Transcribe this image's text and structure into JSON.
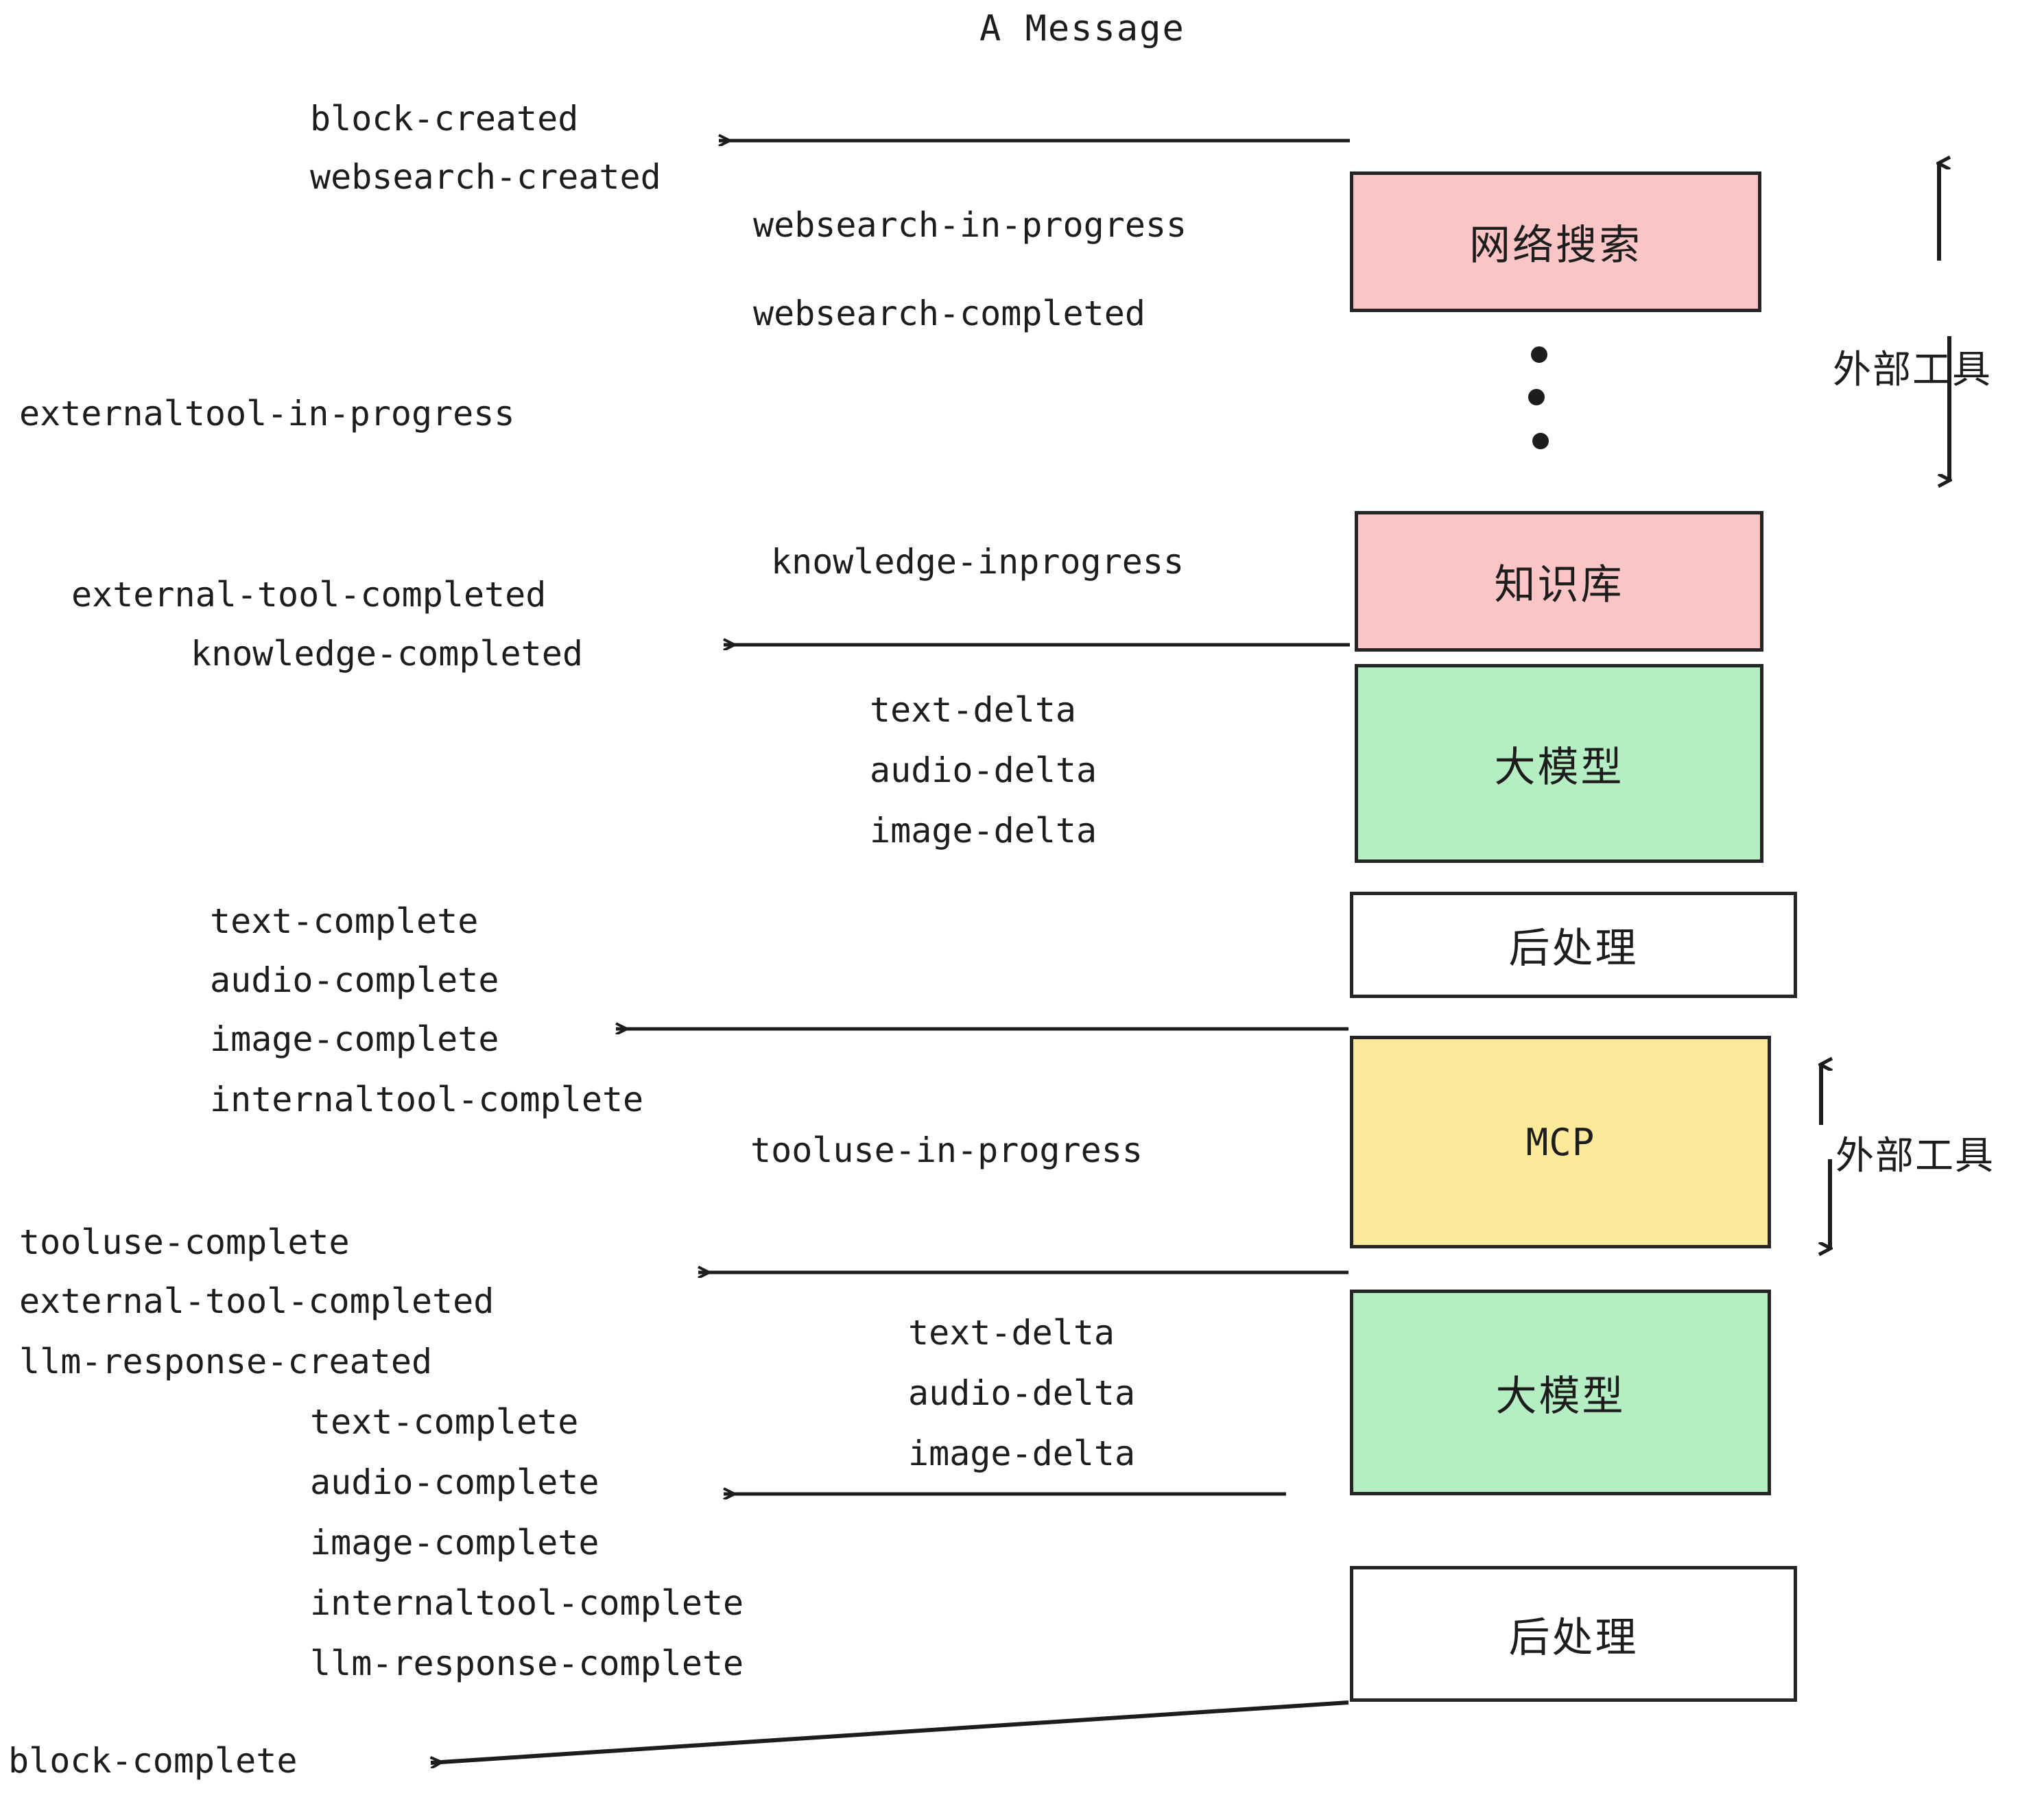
{
  "diagram": {
    "title": "A Message",
    "colors": {
      "pink": "#FBC5C5",
      "green": "#B4EEC2",
      "yellow": "#FCE99A",
      "white": "#FFFFFF",
      "stroke": "#252525",
      "text": "#1D1D1D"
    },
    "boxes": [
      {
        "id": "websearch",
        "label": "网络搜索",
        "fill": "#FBC5C5"
      },
      {
        "id": "knowledgebase",
        "label": "知识库",
        "fill": "#FBC5C5"
      },
      {
        "id": "llm-top",
        "label": "大模型",
        "fill": "#B4EEC2"
      },
      {
        "id": "postprocess-top",
        "label": "后处理",
        "fill": "#FFFFFF"
      },
      {
        "id": "mcp",
        "label": "MCP",
        "fill": "#FCE99A"
      },
      {
        "id": "llm-bottom",
        "label": "大模型",
        "fill": "#B4EEC2"
      },
      {
        "id": "postprocess-bottom",
        "label": "后处理",
        "fill": "#FFFFFF"
      }
    ],
    "side_labels": [
      {
        "id": "external-tools-top",
        "label": "外部工具"
      },
      {
        "id": "external-tools-bottom",
        "label": "外部工具"
      }
    ],
    "events": {
      "block_created": "block-created",
      "websearch_created": "websearch-created",
      "websearch_in_progress": "websearch-in-progress",
      "websearch_completed": "websearch-completed",
      "externaltool_in_progress": "externaltool-in-progress",
      "knowledge_inprogress": "knowledge-inprogress",
      "external_tool_completed_1": "external-tool-completed",
      "knowledge_completed": "knowledge-completed",
      "text_delta_1": "text-delta",
      "audio_delta_1": "audio-delta",
      "image_delta_1": "image-delta",
      "text_complete_1": "text-complete",
      "audio_complete_1": "audio-complete",
      "image_complete_1": "image-complete",
      "internaltool_complete_1": "internaltool-complete",
      "tooluse_in_progress": "tooluse-in-progress",
      "tooluse_complete": "tooluse-complete",
      "external_tool_completed_2": "external-tool-completed",
      "llm_response_created": "llm-response-created",
      "text_delta_2": "text-delta",
      "audio_delta_2": "audio-delta",
      "image_delta_2": "image-delta",
      "text_complete_2": "text-complete",
      "audio_complete_2": "audio-complete",
      "image_complete_2": "image-complete",
      "internaltool_complete_2": "internaltool-complete",
      "llm_response_complete": "llm-response-complete",
      "block_complete": "block-complete"
    },
    "ellipsis": "⋮"
  }
}
